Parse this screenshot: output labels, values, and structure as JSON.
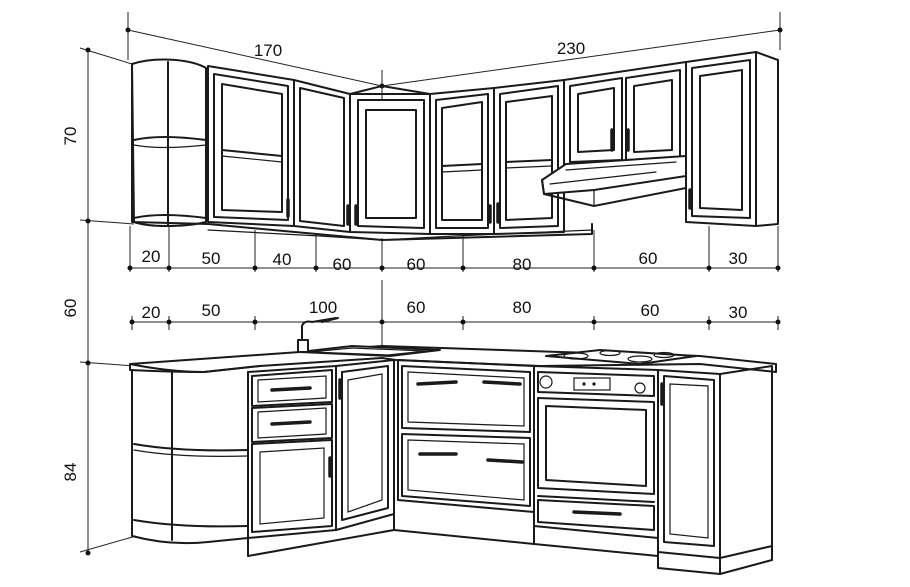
{
  "diagram": {
    "top_widths": {
      "left": "170",
      "right": "230"
    },
    "upper_segments": [
      "20",
      "50",
      "40",
      "60",
      "60",
      "80",
      "60",
      "30"
    ],
    "lower_segments": [
      "20",
      "50",
      "100",
      "60",
      "80",
      "60",
      "30"
    ],
    "heights": {
      "upper": "70",
      "gap": "60",
      "lower": "84"
    }
  }
}
